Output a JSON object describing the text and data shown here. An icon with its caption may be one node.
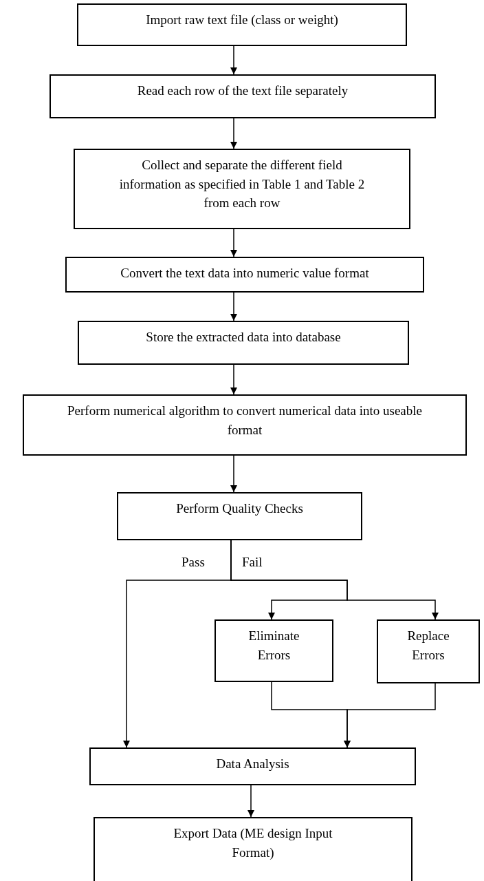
{
  "diagram": {
    "nodes": [
      {
        "text": [
          "Import raw text file (class or weight)"
        ]
      },
      {
        "text": [
          "Read each row of the text file separately"
        ]
      },
      {
        "text": [
          "Collect and separate the different field information as specified in Table 1 and Table 2 from each row"
        ]
      },
      {
        "text": [
          "Convert the text data into numeric value format"
        ]
      },
      {
        "text": [
          "Store the extracted data into database"
        ]
      },
      {
        "text": [
          "Perform numerical algorithm to convert numerical data into useable format"
        ]
      },
      {
        "text": [
          "Perform Quality Checks"
        ]
      },
      {
        "text": [
          "Eliminate Errors"
        ]
      },
      {
        "text": [
          "Replace Errors"
        ]
      },
      {
        "text": [
          "Data Analysis"
        ]
      },
      {
        "text": [
          "Export Data (ME design Input Format)"
        ]
      }
    ],
    "edges": [
      {
        "from": 0,
        "to": 1,
        "arrow": "to"
      },
      {
        "from": 1,
        "to": 2,
        "arrow": "to"
      },
      {
        "from": 2,
        "to": 3,
        "arrow": "to"
      },
      {
        "from": 3,
        "to": 4,
        "arrow": "to"
      },
      {
        "from": 4,
        "to": 5,
        "arrow": "to"
      },
      {
        "from": 5,
        "to": 6,
        "arrow": "to"
      },
      {
        "from": 6,
        "to": 9,
        "arrow": "to",
        "label": "Pass"
      },
      {
        "from": 6,
        "to": 7,
        "arrow": "to",
        "label": "Fail"
      },
      {
        "from": 6,
        "to": 8,
        "arrow": "to"
      },
      {
        "from": 7,
        "to": 9,
        "arrow": "to"
      },
      {
        "from": 8,
        "to": 9,
        "arrow": "to"
      },
      {
        "from": 9,
        "to": 10,
        "arrow": "to"
      }
    ]
  }
}
